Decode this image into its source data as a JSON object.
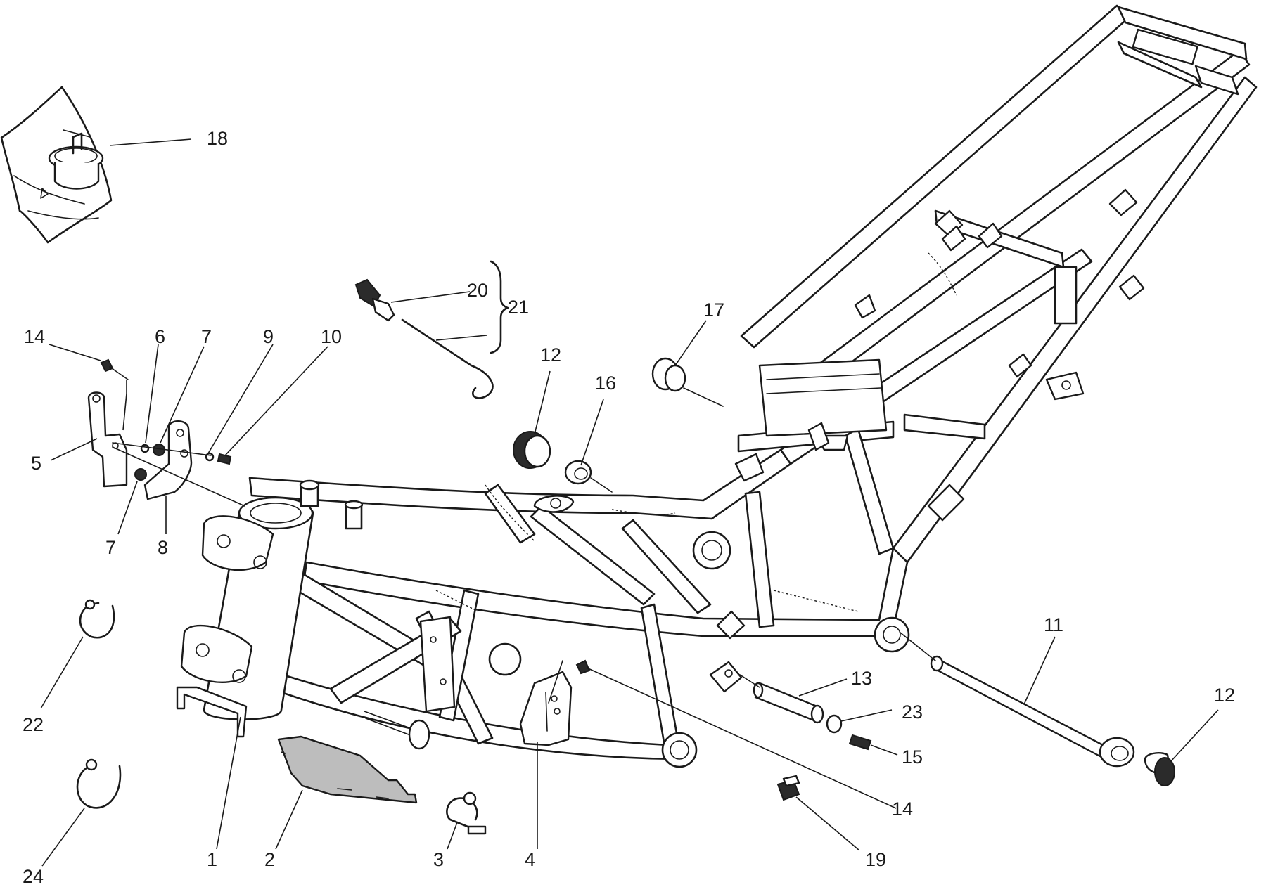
{
  "diagram": {
    "callouts": [
      {
        "id": "1",
        "label": "1"
      },
      {
        "id": "2",
        "label": "2"
      },
      {
        "id": "3",
        "label": "3"
      },
      {
        "id": "4",
        "label": "4"
      },
      {
        "id": "5",
        "label": "5"
      },
      {
        "id": "6",
        "label": "6"
      },
      {
        "id": "7a",
        "label": "7"
      },
      {
        "id": "7b",
        "label": "7"
      },
      {
        "id": "8",
        "label": "8"
      },
      {
        "id": "9",
        "label": "9"
      },
      {
        "id": "10",
        "label": "10"
      },
      {
        "id": "11",
        "label": "11"
      },
      {
        "id": "12a",
        "label": "12"
      },
      {
        "id": "12b",
        "label": "12"
      },
      {
        "id": "13",
        "label": "13"
      },
      {
        "id": "14a",
        "label": "14"
      },
      {
        "id": "14b",
        "label": "14"
      },
      {
        "id": "15",
        "label": "15"
      },
      {
        "id": "16",
        "label": "16"
      },
      {
        "id": "17",
        "label": "17"
      },
      {
        "id": "18",
        "label": "18"
      },
      {
        "id": "19",
        "label": "19"
      },
      {
        "id": "20",
        "label": "20"
      },
      {
        "id": "21",
        "label": "21"
      },
      {
        "id": "22",
        "label": "22"
      },
      {
        "id": "23",
        "label": "23"
      },
      {
        "id": "24",
        "label": "24"
      }
    ],
    "colors": {
      "ink": "#1a1a1a",
      "highlight_part": "#bdbdbd",
      "background": "#ffffff"
    }
  }
}
